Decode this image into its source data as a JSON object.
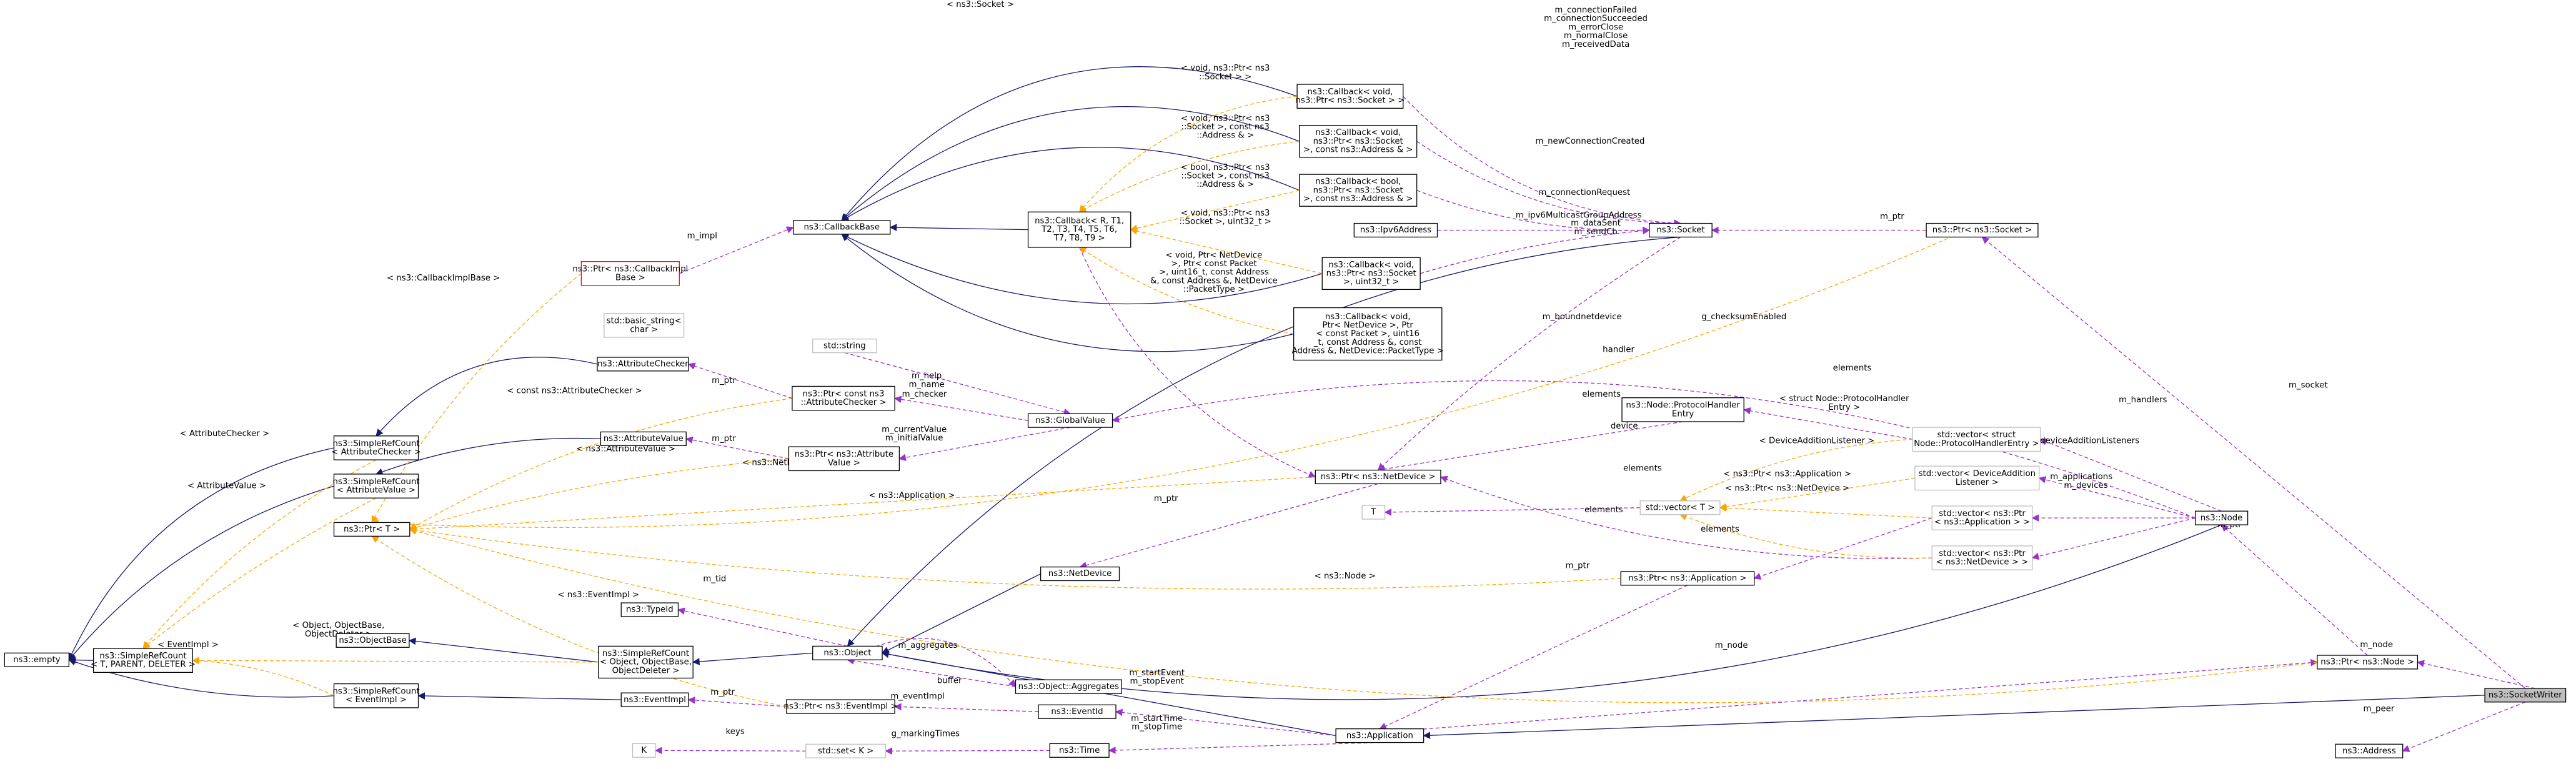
{
  "colors": {
    "inherit_edge": "#191970",
    "usage_edge": "#9a32cd",
    "template_edge": "#ffa500",
    "node_border": "#000000",
    "node_border_light": "#bfbfbf",
    "node_border_red": "#ff0000",
    "highlight_fill": "#bfbfbf",
    "label_text": "#000000"
  },
  "nodes": [
    {
      "id": "empty",
      "lines": [
        "ns3::empty"
      ]
    },
    {
      "id": "srcTPD",
      "lines": [
        "ns3::SimpleRefCount",
        "< T, PARENT, DELETER >"
      ]
    },
    {
      "id": "srcAC",
      "lines": [
        "ns3::SimpleRefCount",
        "< AttributeChecker >"
      ]
    },
    {
      "id": "srcAV",
      "lines": [
        "ns3::SimpleRefCount",
        "< AttributeValue >"
      ]
    },
    {
      "id": "srcEI",
      "lines": [
        "ns3::SimpleRefCount",
        "< EventImpl >"
      ]
    },
    {
      "id": "ptrT",
      "lines": [
        "ns3::Ptr< T >"
      ]
    },
    {
      "id": "typeid",
      "lines": [
        "ns3::TypeId"
      ]
    },
    {
      "id": "objectbase",
      "lines": [
        "ns3::ObjectBase"
      ]
    },
    {
      "id": "srcOOD",
      "lines": [
        "ns3::SimpleRefCount",
        "< Object, ObjectBase,",
        "ObjectDeleter >"
      ]
    },
    {
      "id": "eventimpl",
      "lines": [
        "ns3::EventImpl"
      ]
    },
    {
      "id": "K",
      "lines": [
        "K"
      ]
    },
    {
      "id": "cbimplptr",
      "lines": [
        "ns3::Ptr< ns3::CallbackImpl",
        "Base >"
      ]
    },
    {
      "id": "basicstring",
      "lines": [
        "std::basic_string<",
        "char >"
      ]
    },
    {
      "id": "attrchecker",
      "lines": [
        "ns3::AttributeChecker"
      ]
    },
    {
      "id": "attrvalue",
      "lines": [
        "ns3::AttributeValue"
      ]
    },
    {
      "id": "stdstring",
      "lines": [
        "std::string"
      ]
    },
    {
      "id": "ptrAC",
      "lines": [
        "ns3::Ptr< const ns3",
        "::AttributeChecker >"
      ]
    },
    {
      "id": "ptrAV",
      "lines": [
        "ns3::Ptr< ns3::Attribute",
        "Value >"
      ]
    },
    {
      "id": "object",
      "lines": [
        "ns3::Object"
      ]
    },
    {
      "id": "ptrEI",
      "lines": [
        "ns3::Ptr< ns3::EventImpl >"
      ]
    },
    {
      "id": "setK",
      "lines": [
        "std::set< K >"
      ]
    },
    {
      "id": "callbackbase",
      "lines": [
        "ns3::CallbackBase"
      ]
    },
    {
      "id": "callbackR",
      "lines": [
        "ns3::Callback< R, T1,",
        "T2, T3, T4, T5, T6,",
        "T7, T8, T9 >"
      ]
    },
    {
      "id": "globalvalue",
      "lines": [
        "ns3::GlobalValue"
      ]
    },
    {
      "id": "netdevice",
      "lines": [
        "ns3::NetDevice"
      ]
    },
    {
      "id": "aggregates",
      "lines": [
        "ns3::Object::Aggregates"
      ]
    },
    {
      "id": "eventid",
      "lines": [
        "ns3::EventId"
      ]
    },
    {
      "id": "time",
      "lines": [
        "ns3::Time"
      ]
    },
    {
      "id": "cbVoidSock",
      "lines": [
        "ns3::Callback< void,",
        "ns3::Ptr< ns3::Socket > >"
      ]
    },
    {
      "id": "cbVoidSockAddr",
      "lines": [
        "ns3::Callback< void,",
        "ns3::Ptr< ns3::Socket",
        ">, const ns3::Address & >"
      ]
    },
    {
      "id": "cbBoolSockAddr",
      "lines": [
        "ns3::Callback< bool,",
        "ns3::Ptr< ns3::Socket",
        ">, const ns3::Address & >"
      ]
    },
    {
      "id": "ipv6addr",
      "lines": [
        "ns3::Ipv6Address"
      ]
    },
    {
      "id": "cbVoidSockU32",
      "lines": [
        "ns3::Callback< void,",
        "ns3::Ptr< ns3::Socket",
        ">, uint32_t >"
      ]
    },
    {
      "id": "cbVoidNetDev",
      "lines": [
        "ns3::Callback< void,",
        "Ptr< NetDevice >, Ptr",
        "< const Packet >, uint16",
        "_t, const Address &, const",
        "Address &, NetDevice::PacketType >"
      ]
    },
    {
      "id": "ptrNetDev",
      "lines": [
        "ns3::Ptr< ns3::NetDevice >"
      ]
    },
    {
      "id": "T",
      "lines": [
        "T"
      ]
    },
    {
      "id": "application",
      "lines": [
        "ns3::Application"
      ]
    },
    {
      "id": "socket",
      "lines": [
        "ns3::Socket"
      ]
    },
    {
      "id": "protohandler",
      "lines": [
        "ns3::Node::ProtocolHandler",
        "Entry"
      ]
    },
    {
      "id": "stdvecT",
      "lines": [
        "std::vector< T >"
      ]
    },
    {
      "id": "ptrApp",
      "lines": [
        "ns3::Ptr< ns3::Application >"
      ]
    },
    {
      "id": "vecProto",
      "lines": [
        "std::vector< struct",
        "Node::ProtocolHandlerEntry >"
      ]
    },
    {
      "id": "vecDevAdd",
      "lines": [
        "std::vector< DeviceAddition",
        "Listener >"
      ]
    },
    {
      "id": "vecPtrApp",
      "lines": [
        "std::vector< ns3::Ptr",
        "< ns3::Application > >"
      ]
    },
    {
      "id": "vecPtrNetDev",
      "lines": [
        "std::vector< ns3::Ptr",
        "< ns3::NetDevice > >"
      ]
    },
    {
      "id": "ptrSocket",
      "lines": [
        "ns3::Ptr< ns3::Socket >"
      ]
    },
    {
      "id": "node",
      "lines": [
        "ns3::Node"
      ]
    },
    {
      "id": "ptrNode",
      "lines": [
        "ns3::Ptr< ns3::Node >"
      ]
    },
    {
      "id": "address",
      "lines": [
        "ns3::Address"
      ]
    },
    {
      "id": "socketwriter",
      "lines": [
        "ns3::SocketWriter"
      ]
    }
  ],
  "edge_labels": [
    {
      "id": "socket_top",
      "lines": [
        "< ns3::Socket >"
      ]
    },
    {
      "id": "conn_cbs",
      "lines": [
        "m_connectionFailed",
        "m_connectionSucceeded",
        "m_errorClose",
        "m_normalClose",
        "m_receivedData"
      ]
    },
    {
      "id": "void_sock",
      "lines": [
        "< void, ns3::Ptr< ns3",
        "::Socket > >"
      ]
    },
    {
      "id": "newconn",
      "lines": [
        "m_newConnectionCreated"
      ]
    },
    {
      "id": "void_sock_addr",
      "lines": [
        "< void, ns3::Ptr< ns3",
        "::Socket >, const ns3",
        "::Address & >"
      ]
    },
    {
      "id": "bool_sock_addr",
      "lines": [
        "< bool, ns3::Ptr< ns3",
        "::Socket >, const ns3",
        "::Address & >"
      ]
    },
    {
      "id": "connreq",
      "lines": [
        "m_connectionRequest"
      ]
    },
    {
      "id": "ipv6",
      "lines": [
        "m_ipv6MulticastGroupAddress"
      ]
    },
    {
      "id": "m_ptr_sock",
      "lines": [
        "m_ptr"
      ]
    },
    {
      "id": "void_sock_u32",
      "lines": [
        "< void, ns3::Ptr< ns3",
        "::Socket >, uint32_t >"
      ]
    },
    {
      "id": "datasent",
      "lines": [
        "m_dataSent",
        "m_sendCb"
      ]
    },
    {
      "id": "m_impl",
      "lines": [
        "m_impl"
      ]
    },
    {
      "id": "netdev_cb",
      "lines": [
        "< void, Ptr< NetDevice",
        ">, Ptr< const Packet",
        ">, uint16_t, const Address",
        "&, const Address &, NetDevice",
        "::PacketType >"
      ]
    },
    {
      "id": "cbimplbase",
      "lines": [
        "< ns3::CallbackImplBase >"
      ]
    },
    {
      "id": "boundnetdev",
      "lines": [
        "m_boundnetdevice"
      ]
    },
    {
      "id": "checksum",
      "lines": [
        "g_checksumEnabled"
      ]
    },
    {
      "id": "m_socket",
      "lines": [
        "m_socket"
      ]
    },
    {
      "id": "handler",
      "lines": [
        "handler"
      ]
    },
    {
      "id": "elements1",
      "lines": [
        "elements"
      ]
    },
    {
      "id": "m_ptr_ac",
      "lines": [
        "m_ptr"
      ]
    },
    {
      "id": "const_ac",
      "lines": [
        "< const ns3::AttributeChecker >"
      ]
    },
    {
      "id": "help_name",
      "lines": [
        "m_help",
        "m_name"
      ]
    },
    {
      "id": "checker",
      "lines": [
        "m_checker"
      ]
    },
    {
      "id": "struct_proto",
      "lines": [
        "< struct Node::ProtocolHandler",
        "Entry >"
      ]
    },
    {
      "id": "elements2",
      "lines": [
        "elements"
      ]
    },
    {
      "id": "handlers",
      "lines": [
        "m_handlers"
      ]
    },
    {
      "id": "m_ptr_av",
      "lines": [
        "m_ptr"
      ]
    },
    {
      "id": "curval",
      "lines": [
        "m_currentValue",
        "m_initialValue"
      ]
    },
    {
      "id": "ac_angle",
      "lines": [
        "< AttributeChecker >"
      ]
    },
    {
      "id": "av_angle",
      "lines": [
        "< ns3::AttributeValue >"
      ]
    },
    {
      "id": "device",
      "lines": [
        "device"
      ]
    },
    {
      "id": "devadd",
      "lines": [
        "< DeviceAdditionListener >"
      ]
    },
    {
      "id": "devaddlisteners",
      "lines": [
        "m_deviceAdditionListeners"
      ]
    },
    {
      "id": "netdev_angle",
      "lines": [
        "< ns3::NetDevice >"
      ]
    },
    {
      "id": "m_ptr_nd",
      "lines": [
        "m_ptr"
      ]
    },
    {
      "id": "elements3",
      "lines": [
        "elements"
      ]
    },
    {
      "id": "ptrapp_angle",
      "lines": [
        "< ns3::Ptr< ns3::Application >"
      ]
    },
    {
      "id": "applications",
      "lines": [
        "m_applications"
      ]
    },
    {
      "id": "ptrnd_angle",
      "lines": [
        "< ns3::Ptr< ns3::NetDevice >"
      ]
    },
    {
      "id": "devices",
      "lines": [
        "m_devices"
      ]
    },
    {
      "id": "av_angle2",
      "lines": [
        "< AttributeValue >"
      ]
    },
    {
      "id": "app_angle",
      "lines": [
        "< ns3::Application >"
      ]
    },
    {
      "id": "elements4",
      "lines": [
        "elements"
      ]
    },
    {
      "id": "elements5",
      "lines": [
        "elements"
      ]
    },
    {
      "id": "m_ptr_app",
      "lines": [
        "m_ptr"
      ]
    },
    {
      "id": "m_ptr_node",
      "lines": [
        "m_ptr"
      ]
    },
    {
      "id": "m_tid",
      "lines": [
        "m_tid"
      ]
    },
    {
      "id": "node_angle",
      "lines": [
        "< ns3::Node >"
      ]
    },
    {
      "id": "eventimpl_angle",
      "lines": [
        "< ns3::EventImpl >"
      ]
    },
    {
      "id": "ood_angle",
      "lines": [
        "< Object, ObjectBase,",
        "ObjectDeleter >"
      ]
    },
    {
      "id": "aggregates_l",
      "lines": [
        "m_aggregates"
      ]
    },
    {
      "id": "m_node",
      "lines": [
        "m_node"
      ]
    },
    {
      "id": "m_node2",
      "lines": [
        "m_node"
      ]
    },
    {
      "id": "buffer",
      "lines": [
        "buffer"
      ]
    },
    {
      "id": "startstop",
      "lines": [
        "m_startEvent",
        "m_stopEvent"
      ]
    },
    {
      "id": "eventimpl_tmpl",
      "lines": [
        "< EventImpl >"
      ]
    },
    {
      "id": "m_ptr_ei",
      "lines": [
        "m_ptr"
      ]
    },
    {
      "id": "m_eventimpl",
      "lines": [
        "m_eventImpl"
      ]
    },
    {
      "id": "m_peer",
      "lines": [
        "m_peer"
      ]
    },
    {
      "id": "starttime",
      "lines": [
        "m_startTime",
        "m_stopTime"
      ]
    },
    {
      "id": "keys",
      "lines": [
        "keys"
      ]
    },
    {
      "id": "markingtimes",
      "lines": [
        "g_markingTimes"
      ]
    }
  ]
}
